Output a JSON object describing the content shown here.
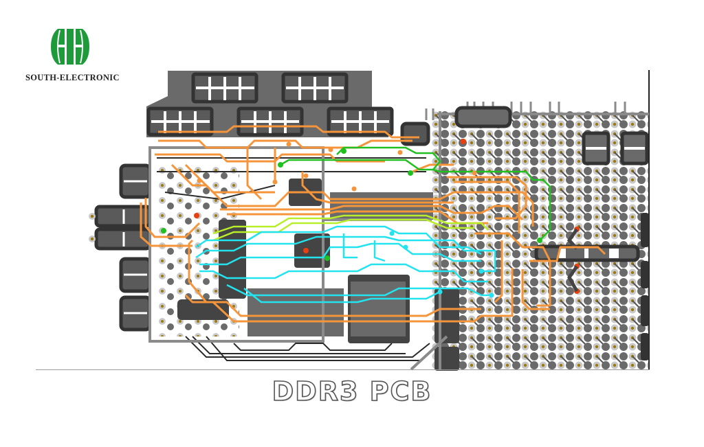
{
  "logo": {
    "company": "SOUTH-ELECTRONIC",
    "mark_color": "#1e9a3a",
    "icon": "south-electronic-logo-icon"
  },
  "caption": {
    "title": "DDR3 PCB"
  },
  "board": {
    "description": "DDR3 memory PCB layout illustration with BGA pad field, connectors, and routed traces",
    "layer_colors": {
      "copper_dark": "#3a3a3a",
      "copper_mid": "#6a6a6a",
      "board_frame": "#8a8a8a",
      "trace_orange": "#f5953b",
      "trace_cyan": "#22e3ee",
      "trace_lime": "#b8ee2a",
      "trace_green": "#20c020",
      "via_red": "#e8400f",
      "via_gold": "#9a7a10",
      "pad_gray": "#bdbdbd"
    },
    "components": {
      "top_connectors": 5,
      "left_connectors": 6,
      "right_bga_field": "ball grid array",
      "small_parts_right": 2
    }
  }
}
